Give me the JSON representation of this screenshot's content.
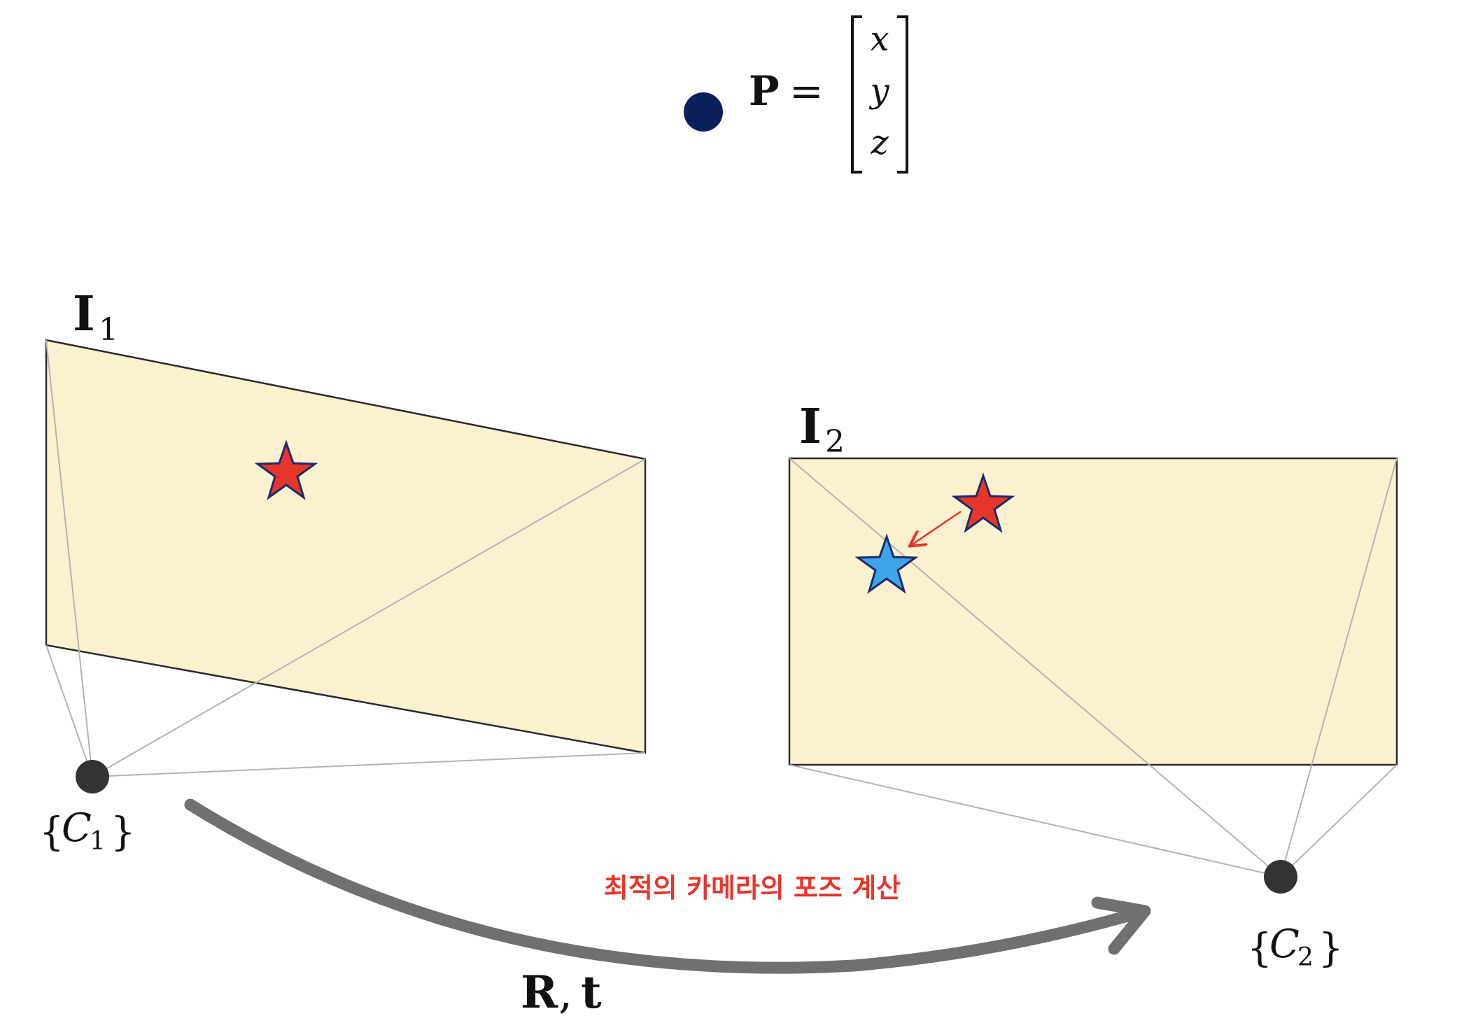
{
  "point": {
    "label": "P",
    "equals": "=",
    "vector": [
      "x",
      "y",
      "z"
    ],
    "color": "#0b1f5c"
  },
  "image1": {
    "label": "I",
    "subscript": "1",
    "fill": "#fbf0d0"
  },
  "image2": {
    "label": "I",
    "subscript": "2",
    "fill": "#fbf0d0"
  },
  "camera1": {
    "label": "C",
    "subscript": "1",
    "brace_open": "{",
    "brace_close": "}",
    "color": "#333333"
  },
  "camera2": {
    "label": "C",
    "subscript": "2",
    "brace_open": "{",
    "brace_close": "}",
    "color": "#333333"
  },
  "transform": {
    "label_R": "R",
    "comma": ",",
    "label_t": "t",
    "arrow_color": "#707070"
  },
  "caption": {
    "text": "최적의 카메라의 포즈 계산",
    "color": "#e8352a"
  },
  "stars": {
    "observed_color": "#e8352a",
    "projected_color": "#3ea4ea",
    "outline_color": "#1c2a6b",
    "error_arrow_color": "#e8352a"
  }
}
